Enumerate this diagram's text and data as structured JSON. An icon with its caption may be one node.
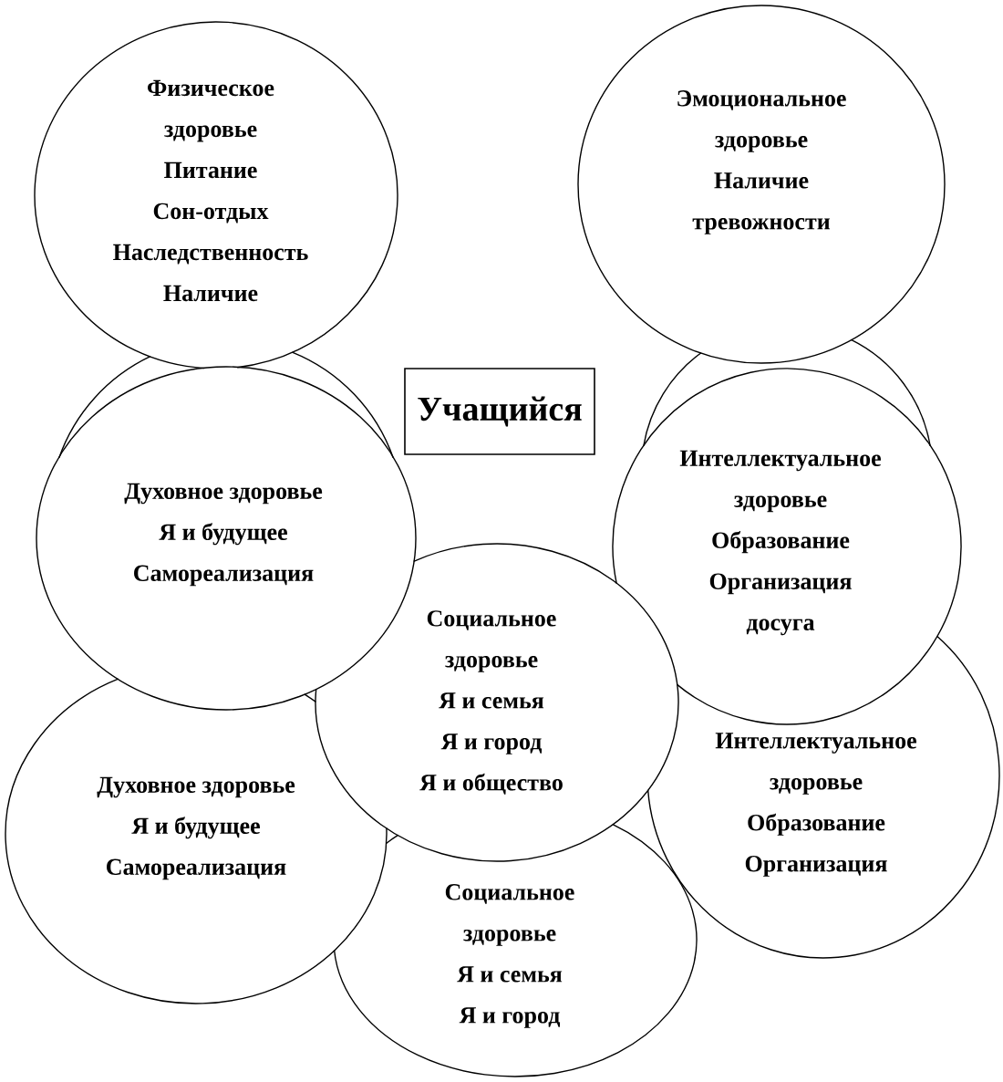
{
  "diagram": {
    "nodes": [
      {
        "text": [
          "Физическое здоровье",
          "Питание",
          "Сон-отдых",
          "Наследственность",
          "Наличие"
        ]
      },
      {
        "text": [
          "Эмоциональное здоровье",
          "Наличие тревожности"
        ]
      },
      {
        "text": [],
        "shape": "circle"
      },
      {
        "text": [
          "Духовное здоровье",
          "Я и будущее",
          "Самореализация"
        ]
      },
      {
        "text": [
          "Учащийся"
        ]
      },
      {
        "text": [],
        "shape": "circle"
      },
      {
        "text": [
          "Интеллектуальное здоровье",
          "Образование",
          "Организация досуга"
        ]
      },
      {
        "text": [
          "Социальное здоровье",
          "Я и семья",
          "Я и город",
          "Я и общество"
        ]
      },
      {
        "text": [
          "Духовное здоровье",
          "Я и будущее",
          "Самореализация"
        ]
      },
      {
        "text": [
          "Интеллектуальное здоровье",
          "Образование",
          "Организация"
        ]
      },
      {
        "text": [
          "Социальное здоровье",
          "Я и семья",
          "Я и город"
        ]
      }
    ]
  }
}
